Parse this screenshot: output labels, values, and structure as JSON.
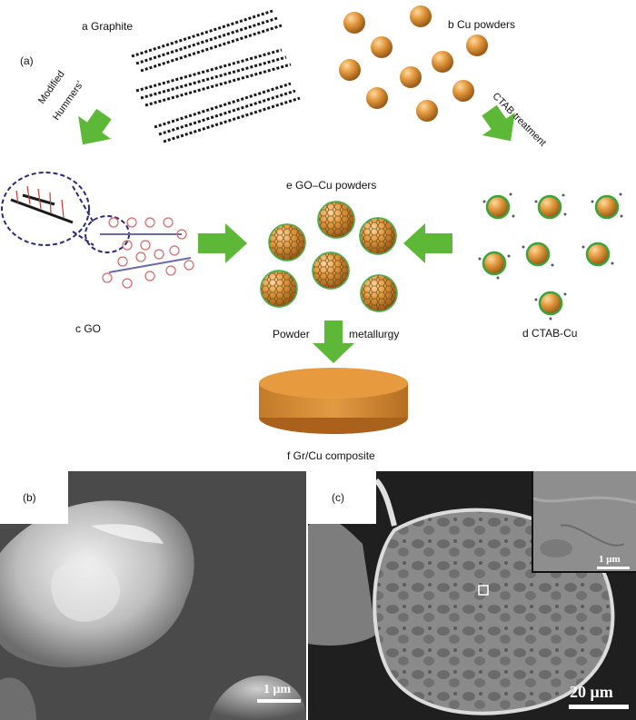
{
  "panel_a": {
    "tag": "(a)",
    "graphite_label": "a  Graphite",
    "cu_label": "b  Cu powders",
    "hummers_line1": "Modified",
    "hummers_line2": "Hummers'",
    "ctab_treatment": "CTAB treatment",
    "go_label": "c GO",
    "gocu_label": "e  GO–Cu powders",
    "ctabcu_label": "d  CTAB-Cu",
    "powder_left": "Powder",
    "powder_right": "metallurgy",
    "composite_label": "f  Gr/Cu composite"
  },
  "panel_b": {
    "tag": "(b)",
    "scale": "1 μm"
  },
  "panel_c": {
    "tag": "(c)",
    "scale": "20 μm",
    "inset_scale": "1 μm"
  },
  "colors": {
    "copper": "#e0963a",
    "arrow": "#5cb836",
    "sheet": "#1a1a1a",
    "go_line": "#6a6aa8",
    "charge": "#d26a6a"
  }
}
